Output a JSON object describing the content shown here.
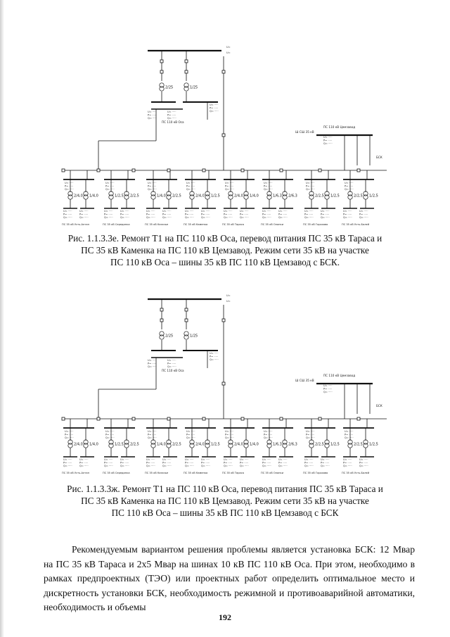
{
  "figures": [
    {
      "caption_lines": [
        "Рис. 1.1.3.3е. Ремонт Т1 на ПС 110 кВ Оса, перевод питания ПС 35 кВ Тараса и",
        "ПС 35 кВ Каменка на ПС 110 кВ Цемзавод. Режим сети 35 кВ на участке",
        "ПС 110 кВ Оса – шины 35 кВ ПС 110 кВ Цемзавод с БСК."
      ],
      "top_labels": {
        "substation_oca": "ПС 110 кВ Оса",
        "substation_cem": "ПС 110 кВ Цемзавод",
        "bus_cem": "Ш СШ 35 кВ",
        "bsk": "БСК"
      },
      "transformers_top": [
        "2/25",
        "1/25"
      ],
      "transformers_bottom": [
        "2/4,0",
        "1/4,0",
        "1/2,5",
        "2/2,5",
        "1/4,0",
        "2/2,5",
        "2/4,0",
        "1/2,5",
        "2/4,0",
        "1/4,0",
        "1/6,3",
        "2/6,3",
        "2/2,5",
        "1/2,5",
        "2/2,5",
        "1/2,5"
      ],
      "bottom_labels": [
        "ПС 35 кВ Усть-Алтан",
        "ПС 35 кВ Серединка",
        "ПС 35 кВ Казачье",
        "ПС 35 кВ Каменка",
        "ПС 35 кВ Тараса",
        "ПС 35 кВ Олонки",
        "ПС 35 кВ Горохово",
        "ПС 35 кВ Усть-Балей"
      ]
    },
    {
      "caption_lines": [
        "Рис. 1.1.3.3ж. Ремонт Т1 на ПС 110 кВ Оса, перевод питания ПС 35 кВ Тараса и",
        "ПС 35 кВ Каменка на ПС 110 кВ Цемзавод. Режим сети 35 кВ на участке",
        "ПС 110 кВ Оса – шины 35 кВ ПС 110 кВ Цемзавод с БСК"
      ],
      "top_labels": {
        "substation_oca": "ПС 110 кВ Оса",
        "substation_cem": "ПС 110 кВ Цемзавод",
        "bus_cem": "Ш СШ 35 кВ",
        "bsk": "БСК"
      },
      "transformers_top": [
        "2/25",
        "1/25"
      ],
      "transformers_bottom": [
        "2/4,0",
        "1/4,0",
        "1/2,5",
        "2/2,5",
        "1/4,0",
        "2/2,5",
        "2/4,0",
        "1/2,5",
        "2/4,0",
        "1/4,0",
        "1/6,3",
        "2/6,3",
        "2/2,5",
        "1/2,5",
        "2/2,5",
        "1/2,5"
      ],
      "bottom_labels": [
        "ПС 35 кВ Усть-Алтан",
        "ПС 35 кВ Серединка",
        "ПС 35 кВ Казачье",
        "ПС 35 кВ Каменка",
        "ПС 35 кВ Тараса",
        "ПС 35 кВ Олонки",
        "ПС 35 кВ Горохово",
        "ПС 35 кВ Усть-Балей"
      ]
    }
  ],
  "body": {
    "paragraph": "Рекомендуемым вариантом решения проблемы является установка БСК: 12 Мвар на ПС 35 кВ Тараса и 2х5 Мвар на шинах 10 кВ ПС 110 кВ Оса. При этом, необходимо в рамках предпроектных (ТЭО) или проектных работ определить оптимальное место и дискретность установки БСК, необходимость режимной и противоаварийной автоматики, необходимость и объемы"
  },
  "page_number": "192"
}
